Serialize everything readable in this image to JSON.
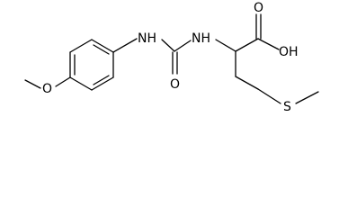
{
  "molecule": {
    "atoms": {
      "o_methoxy": "O",
      "n_anilide": "NH",
      "o_carbonyl": "O",
      "n_amide": "NH",
      "o_hydroxyl": "OH",
      "o_acid": "O",
      "s_thioether": "S"
    }
  }
}
